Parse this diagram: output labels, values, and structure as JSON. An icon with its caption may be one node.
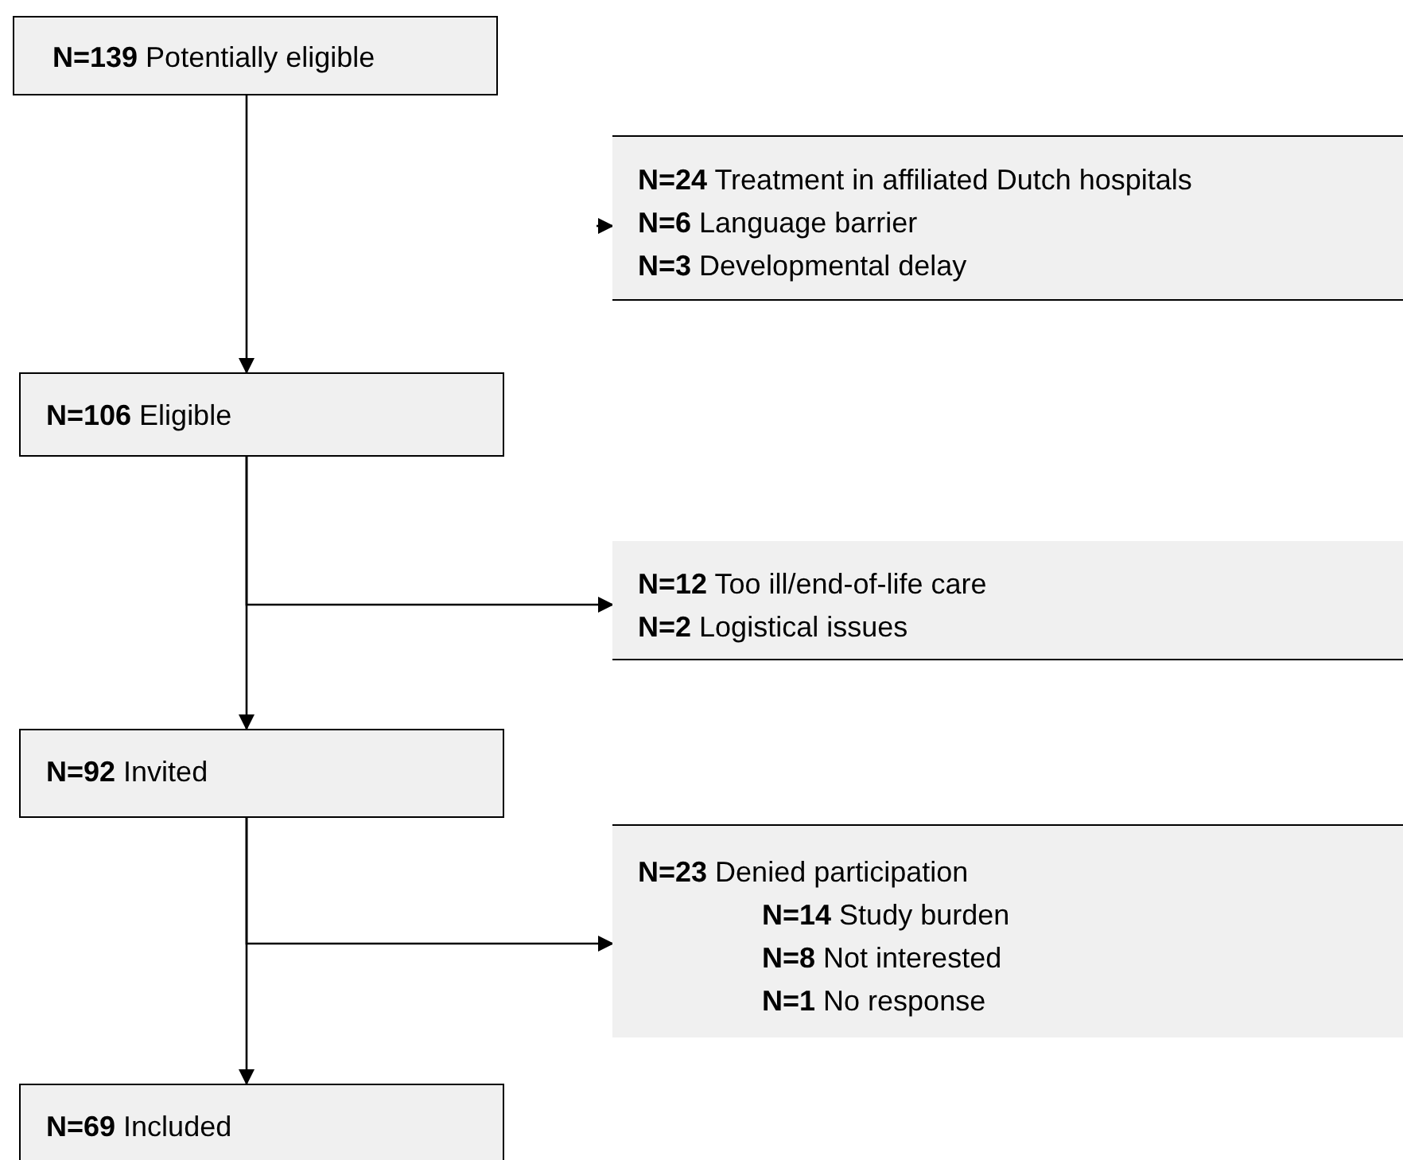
{
  "diagram": {
    "nodes": [
      {
        "text": [
          "**N=139** Potentially eligible"
        ]
      },
      {
        "text": [
          "**N=24** Treatment in affiliated Dutch hospitals",
          "**N=6** Language barrier",
          "**N=3** Developmental delay"
        ]
      },
      {
        "text": [
          "**N=106** Eligible"
        ]
      },
      {
        "text": [
          "**N=12** Too ill/end-of-life care",
          "**N=2** Logistical issues"
        ]
      },
      {
        "text": [
          "**N=92** Invited"
        ]
      },
      {
        "text": [
          "**N=23** Denied participation",
          "**N=14** Study burden",
          "**N=8** Not interested",
          "**N=1** No response"
        ]
      },
      {
        "text": [
          "**N=69** Included"
        ]
      }
    ],
    "edges": [
      {
        "from": 0,
        "to": 2,
        "arrow": "to"
      },
      {
        "from": null,
        "to": 1,
        "arrow": "to"
      },
      {
        "from": 2,
        "to": 3,
        "arrow": "to"
      },
      {
        "from": 2,
        "to": 4,
        "arrow": "to"
      },
      {
        "from": 4,
        "to": 5,
        "arrow": "to"
      },
      {
        "from": 4,
        "to": 6,
        "arrow": "to"
      }
    ]
  }
}
